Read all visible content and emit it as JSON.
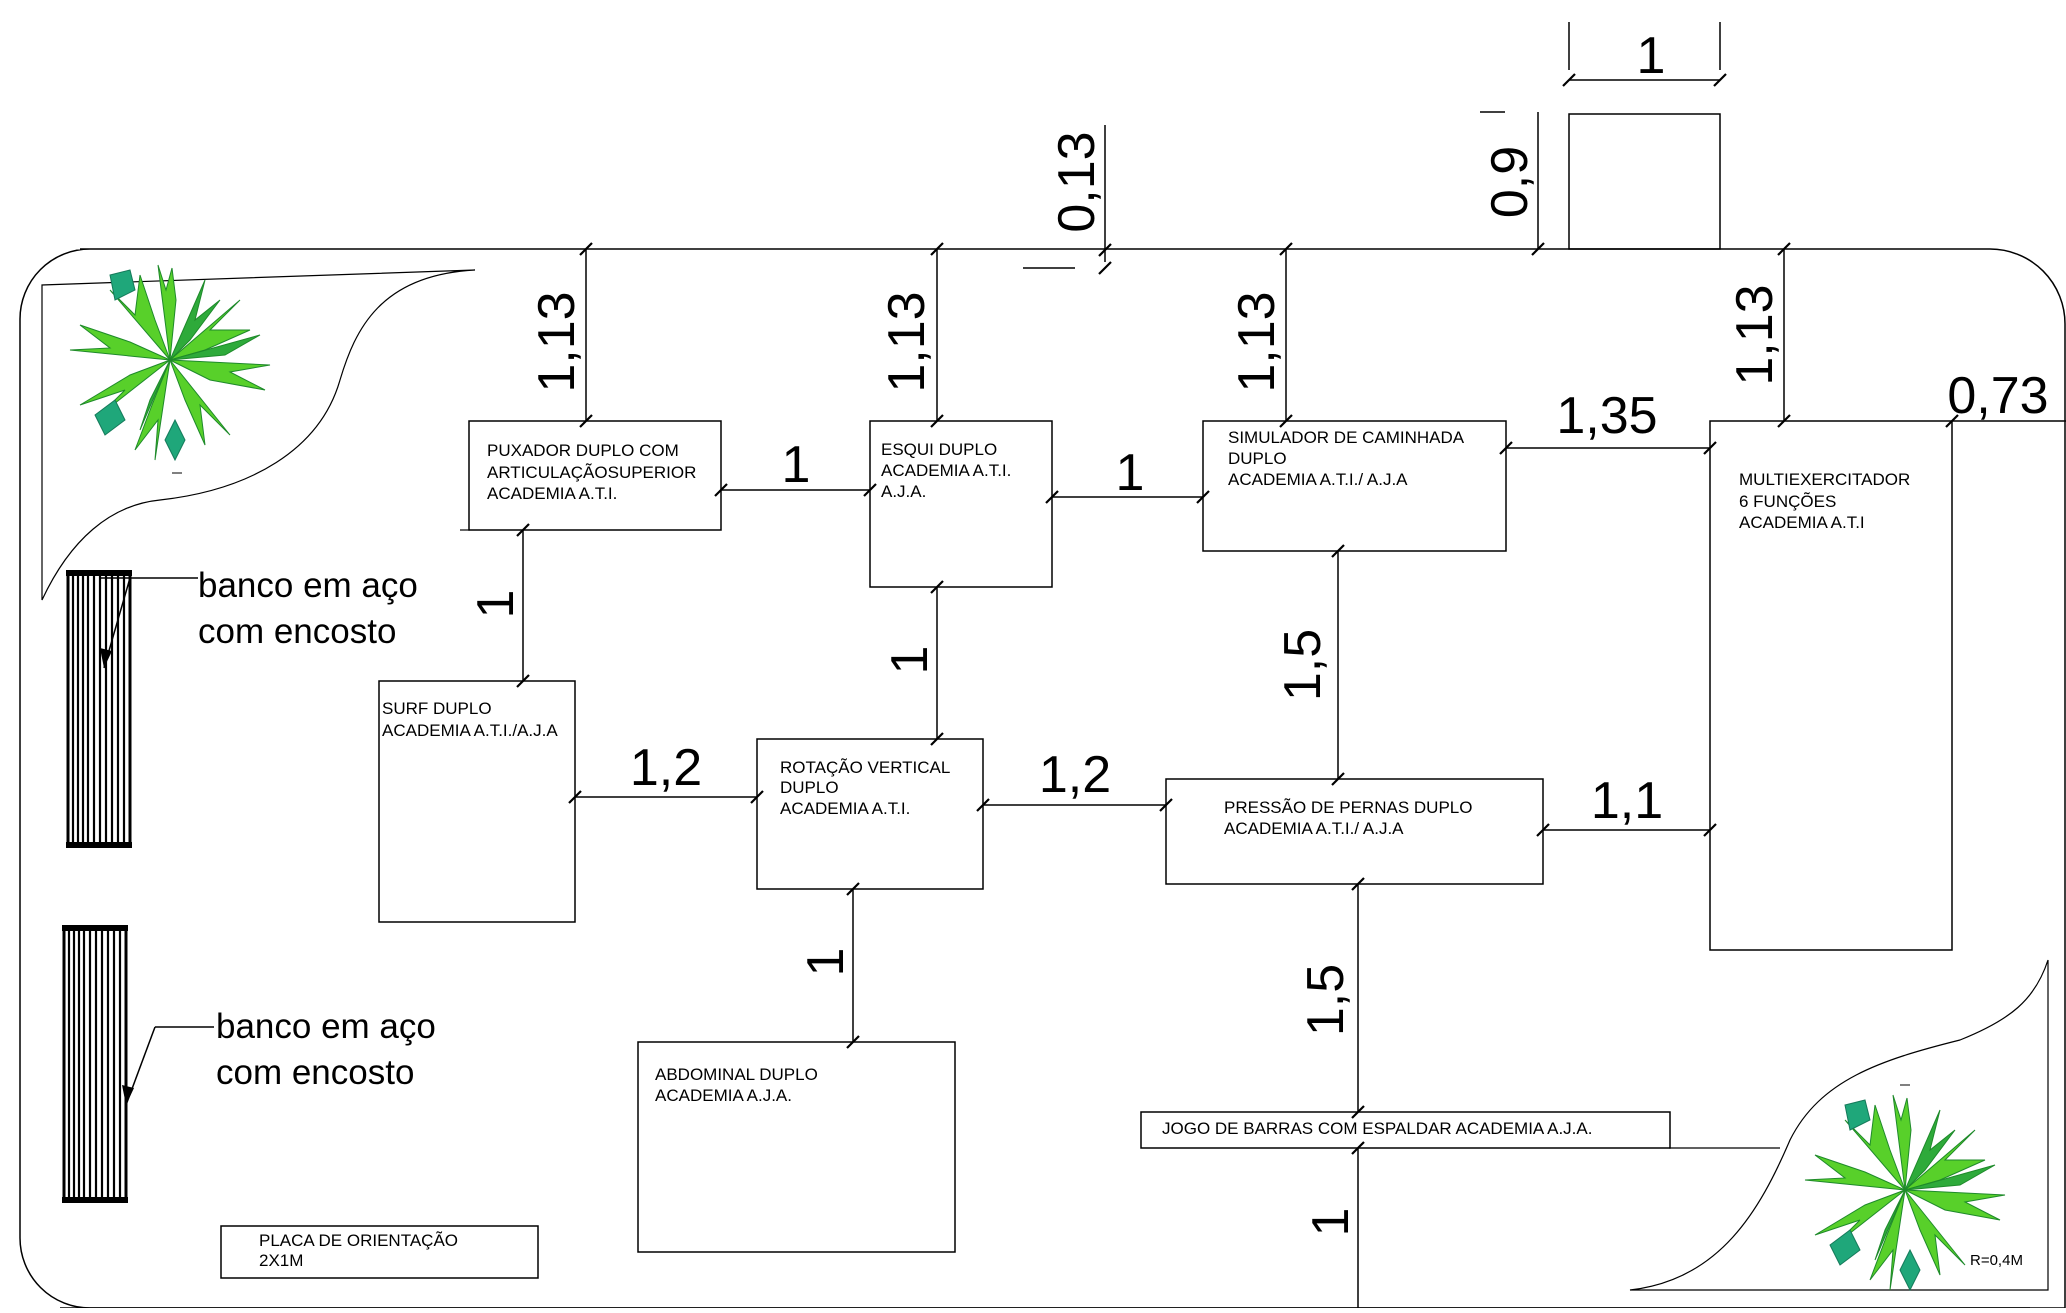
{
  "equipment": [
    {
      "id": "puxador",
      "lines": [
        "PUXADOR DUPLO COM",
        "ARTICULAÇÃOSUPERIOR",
        "ACADEMIA A.T.I."
      ]
    },
    {
      "id": "esqui",
      "lines": [
        "ESQUI DUPLO",
        "ACADEMIA A.T.I.",
        "A.J.A."
      ]
    },
    {
      "id": "simulador",
      "lines": [
        "SIMULADOR DE CAMINHADA",
        "DUPLO",
        "ACADEMIA A.T.I./ A.J.A"
      ]
    },
    {
      "id": "multiexercitador",
      "lines": [
        "MULTIEXERCITADOR",
        "6 FUNÇÕES",
        "ACADEMIA A.T.I"
      ]
    },
    {
      "id": "surf",
      "lines": [
        "SURF DUPLO",
        "ACADEMIA A.T.I./A.J.A"
      ]
    },
    {
      "id": "rotacao",
      "lines": [
        "ROTAÇÃO VERTICAL",
        "DUPLO",
        "ACADEMIA A.T.I."
      ]
    },
    {
      "id": "pressao",
      "lines": [
        "PRESSÃO DE PERNAS DUPLO",
        "ACADEMIA A.T.I./ A.J.A"
      ]
    },
    {
      "id": "abdominal",
      "lines": [
        "ABDOMINAL DUPLO",
        "ACADEMIA A.J.A."
      ]
    },
    {
      "id": "barras",
      "lines": [
        "JOGO DE BARRAS COM ESPALDAR ACADEMIA A.J.A."
      ]
    },
    {
      "id": "placa",
      "lines": [
        "PLACA DE ORIENTAÇÃO",
        "2X1M"
      ]
    }
  ],
  "benches": [
    {
      "lines": [
        "banco em aço",
        "com encosto"
      ]
    },
    {
      "lines": [
        "banco em aço",
        "com encosto"
      ]
    }
  ],
  "dimensions": {
    "top_1": "1",
    "top_0_9": "0,9",
    "top_0_13": "0,13",
    "v_113_a": "1,13",
    "v_113_b": "1,13",
    "v_113_c": "1,13",
    "v_113_d": "1,13",
    "h_1_a": "1",
    "h_1_b": "1",
    "h_135": "1,35",
    "h_073": "0,73",
    "v_1_left": "1",
    "v_1_mid": "1",
    "v_15_upper": "1,5",
    "h_12_left": "1,2",
    "h_12_mid": "1,2",
    "h_11": "1,1",
    "v_1_abdominal": "1",
    "v_15_lower": "1,5",
    "v_1_bottom": "1"
  },
  "radius_note": "R=0,4M",
  "colors": {
    "line": "#000000",
    "plant_dark": "#2eaa3a",
    "plant_light": "#58d02a",
    "plant_teal": "#1fa77a"
  },
  "icons": [
    "palm-tree-icon",
    "bench-icon"
  ]
}
